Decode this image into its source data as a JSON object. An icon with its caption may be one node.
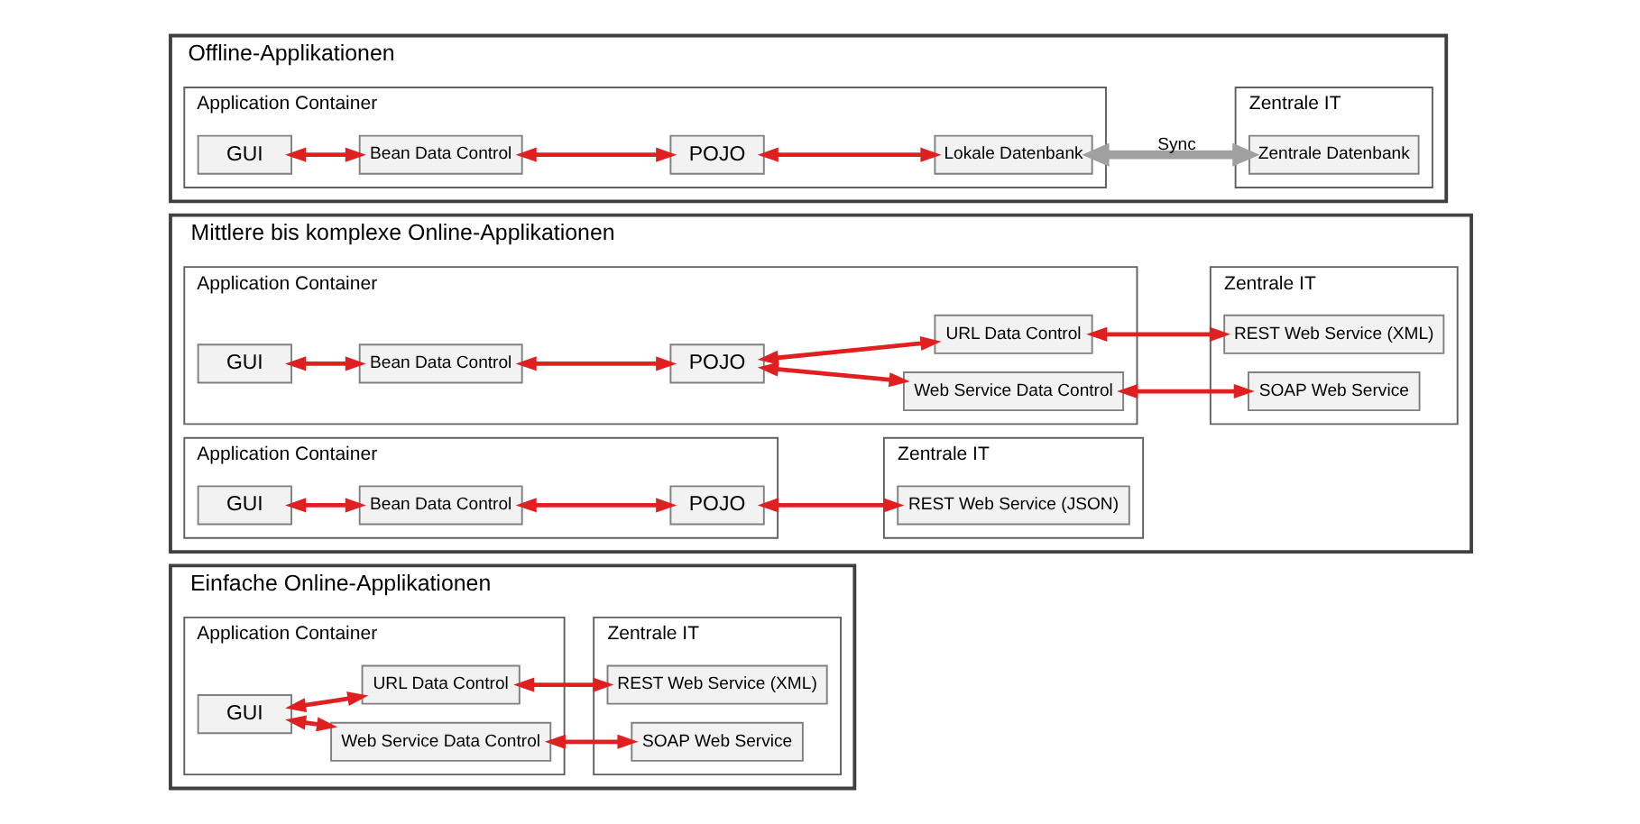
{
  "diagram": {
    "nodes": [
      {
        "text": [
          "Einfache Online-Applikationen"
        ]
      },
      {
        "text": [
          "Application Container"
        ],
        "in": 0
      },
      {
        "text": [
          "GUI"
        ],
        "in": 1
      },
      {
        "text": [
          "Web Service Data Control"
        ],
        "in": 1
      },
      {
        "text": [
          "URL Data Control"
        ],
        "in": 1
      },
      {
        "text": [
          "Zentrale IT"
        ],
        "in": 0
      },
      {
        "text": [
          "SOAP Web Service"
        ],
        "in": 5
      },
      {
        "text": [
          "REST Web Service (XML)"
        ],
        "in": 5
      },
      {
        "text": [
          "Mittlere bis komplexe Online-Applikationen"
        ]
      },
      {
        "text": [
          "Application Container"
        ],
        "in": 8
      },
      {
        "text": [
          "GUI"
        ],
        "in": 9
      },
      {
        "text": [
          "Bean Data Control"
        ],
        "in": 9
      },
      {
        "text": [
          "POJO"
        ],
        "in": 9
      },
      {
        "text": [
          "Web Service Data Control"
        ],
        "in": 9
      },
      {
        "text": [
          "URL Data Control"
        ],
        "in": 9
      },
      {
        "text": [
          "Zentrale IT"
        ],
        "in": 8
      },
      {
        "text": [
          "SOAP Web Service"
        ],
        "in": 15
      },
      {
        "text": [
          "REST Web Service (XML)"
        ],
        "in": 15
      },
      {
        "text": [
          "Application Container"
        ],
        "in": 8
      },
      {
        "text": [
          "GUI"
        ],
        "in": 18
      },
      {
        "text": [
          "Bean Data Control"
        ],
        "in": 18
      },
      {
        "text": [
          "POJO"
        ],
        "in": 18
      },
      {
        "text": [
          "Zentrale IT"
        ],
        "in": 8
      },
      {
        "text": [
          "REST Web Service (JSON)"
        ],
        "in": 22
      },
      {
        "text": [
          "Offline-Applikationen"
        ]
      },
      {
        "text": [
          "Application Container"
        ],
        "in": 24
      },
      {
        "text": [
          "GUI"
        ],
        "in": 25
      },
      {
        "text": [
          "Bean Data Control"
        ],
        "in": 25
      },
      {
        "text": [
          "POJO"
        ],
        "in": 25
      },
      {
        "text": [
          "Lokale Datenbank"
        ],
        "in": 25
      },
      {
        "text": [
          "Zentrale IT"
        ],
        "in": 24
      },
      {
        "text": [
          "Zentrale Datenbank"
        ],
        "in": 30
      }
    ],
    "edges": [
      {
        "from": 2,
        "to": 3,
        "arrow": "both"
      },
      {
        "from": 2,
        "to": 4,
        "arrow": "both"
      },
      {
        "from": 3,
        "to": 6,
        "arrow": "both"
      },
      {
        "from": 4,
        "to": 7,
        "arrow": "both"
      },
      {
        "from": 10,
        "to": 11,
        "arrow": "both"
      },
      {
        "from": 11,
        "to": 12,
        "arrow": "both"
      },
      {
        "from": 12,
        "to": 13,
        "arrow": "both"
      },
      {
        "from": 12,
        "to": 14,
        "arrow": "both"
      },
      {
        "from": 13,
        "to": 16,
        "arrow": "both"
      },
      {
        "from": 14,
        "to": 17,
        "arrow": "both"
      },
      {
        "from": 19,
        "to": 20,
        "arrow": "both"
      },
      {
        "from": 20,
        "to": 21,
        "arrow": "both"
      },
      {
        "from": 21,
        "to": 23,
        "arrow": "both"
      },
      {
        "from": 26,
        "to": 27,
        "arrow": "both"
      },
      {
        "from": 27,
        "to": 28,
        "arrow": "both"
      },
      {
        "from": 28,
        "to": 29,
        "arrow": "both"
      },
      {
        "from": 29,
        "to": 31,
        "arrow": "both",
        "label": "Sync",
        "style": "thick",
        "color": "#a0a0a0"
      }
    ]
  }
}
